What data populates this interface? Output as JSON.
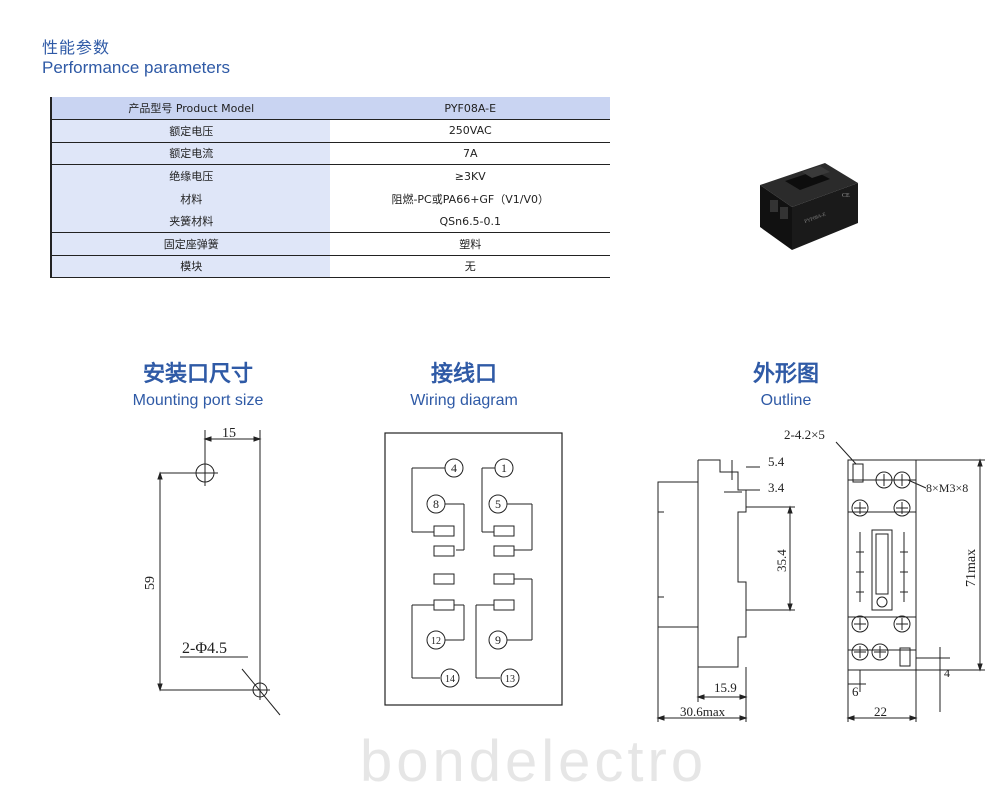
{
  "section_header": {
    "title_cn": "性能参数",
    "title_en": "Performance parameters"
  },
  "spec_table": {
    "rows": [
      {
        "label": "产品型号 Product Model",
        "value": "PYF08A-E"
      },
      {
        "label": "额定电压",
        "value": "250VAC"
      },
      {
        "label": "额定电流",
        "value": "7A"
      },
      {
        "label": "绝缘电压",
        "value": "≥3KV"
      },
      {
        "label": "材料",
        "value": "阻燃-PC或PA66+GF（V1/V0）"
      },
      {
        "label": "夹簧材料",
        "value": "QSn6.5-0.1"
      },
      {
        "label": "固定座弹簧",
        "value": "塑料"
      },
      {
        "label": "模块",
        "value": "无"
      }
    ]
  },
  "mounting": {
    "title_cn": "安装口尺寸",
    "title_en": "Mounting port size",
    "dim_width": "15",
    "dim_height": "59",
    "dim_hole": "2-Φ4.5"
  },
  "wiring": {
    "title_cn": "接线口",
    "title_en": "Wiring diagram",
    "terminals": [
      "4",
      "1",
      "8",
      "5",
      "12",
      "9",
      "14",
      "13"
    ]
  },
  "outline": {
    "title_cn": "外形图",
    "title_en": "Outline",
    "dims": {
      "d_5_4": "5.4",
      "d_3_4": "3.4",
      "d_35_4": "35.4",
      "d_15_9": "15.9",
      "d_30_6": "30.6max",
      "d_holes": "2-4.2×5",
      "d_screws": "8×M3×8",
      "d_71": "71max",
      "d_4": "4",
      "d_6": "6",
      "d_22": "22"
    }
  },
  "watermark": "bondelectro"
}
